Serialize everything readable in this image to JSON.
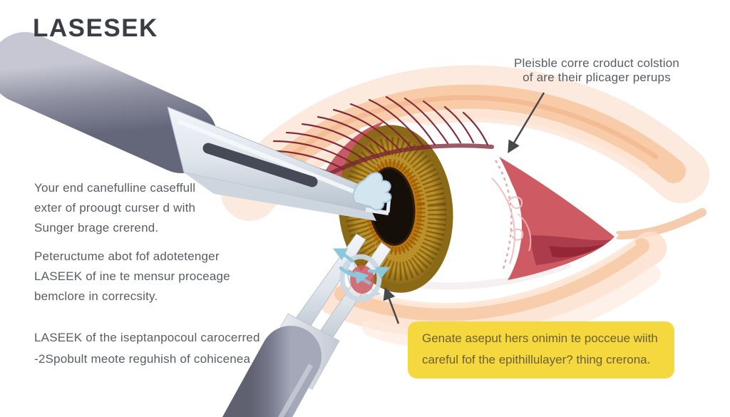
{
  "title": "LASESEK",
  "annotations": {
    "top_right": {
      "lines": [
        "Pleisble corre croduct colstion",
        "of are their plicager perups"
      ]
    },
    "left_1": {
      "lines": [
        "Your end canefulline caseffull",
        "exter of proougt curser d with",
        "Sunger brage crerend."
      ]
    },
    "left_2": {
      "lines": [
        "Peteructume abot fof adotetenger",
        "LASEEK of ine te mensur proceage",
        "bemclore in correcsity."
      ]
    },
    "left_3": {
      "lines": [
        "LASEEK of the iseptanpocoul carocerred",
        "-2Spobult meote reguhish of cohicenea"
      ]
    },
    "yellow_note": {
      "lines": [
        "Genate aseput hers onimin te pocceue wiith",
        "careful fof the epithillulayer? thing crerona."
      ]
    }
  },
  "illustration": {
    "subject": "LASEK eye surgery close-up of an eye with two surgical instruments lifting the corneal epithelium"
  },
  "colors": {
    "title_text": "#393d44",
    "body_text": "#585d65",
    "note_bg": "#f5d73e",
    "note_text": "#6b6133",
    "skin_peach": "#f8cba9",
    "canthus_red": "#ce5a63",
    "iris_gold": "#bb9028",
    "pupil_black": "#160f09",
    "lash_maroon": "#7b2433",
    "instrument_silver": "#dfe5ec",
    "instrument_gray": "#8e8fa0",
    "annotation_arrow": "#45494e",
    "flow_arrow_blue": "#8cc7db"
  }
}
